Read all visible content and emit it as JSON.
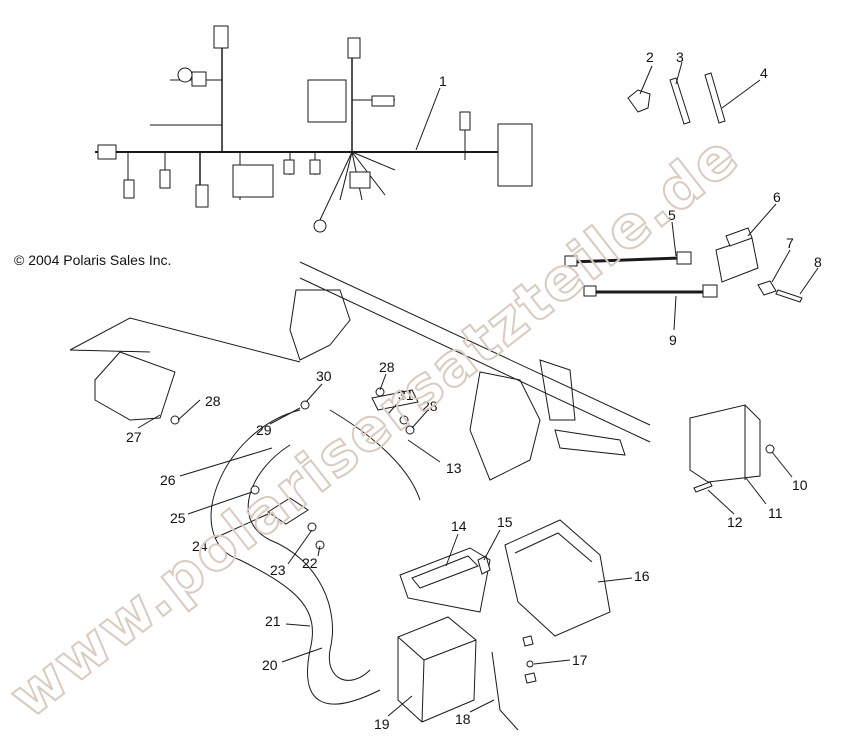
{
  "copyright": "© 2004 Polaris Sales Inc.",
  "watermark": "www.polarisersatzteile.de",
  "colors": {
    "line": "#1a1a1a",
    "watermark": "#d9cbbf"
  },
  "callouts": [
    "1",
    "2",
    "3",
    "4",
    "5",
    "6",
    "7",
    "8",
    "9",
    "10",
    "11",
    "12",
    "13",
    "14",
    "15",
    "16",
    "17",
    "18",
    "19",
    "20",
    "21",
    "22",
    "23",
    "24",
    "25",
    "26",
    "27",
    "28",
    "28",
    "28",
    "29",
    "30",
    "31"
  ]
}
